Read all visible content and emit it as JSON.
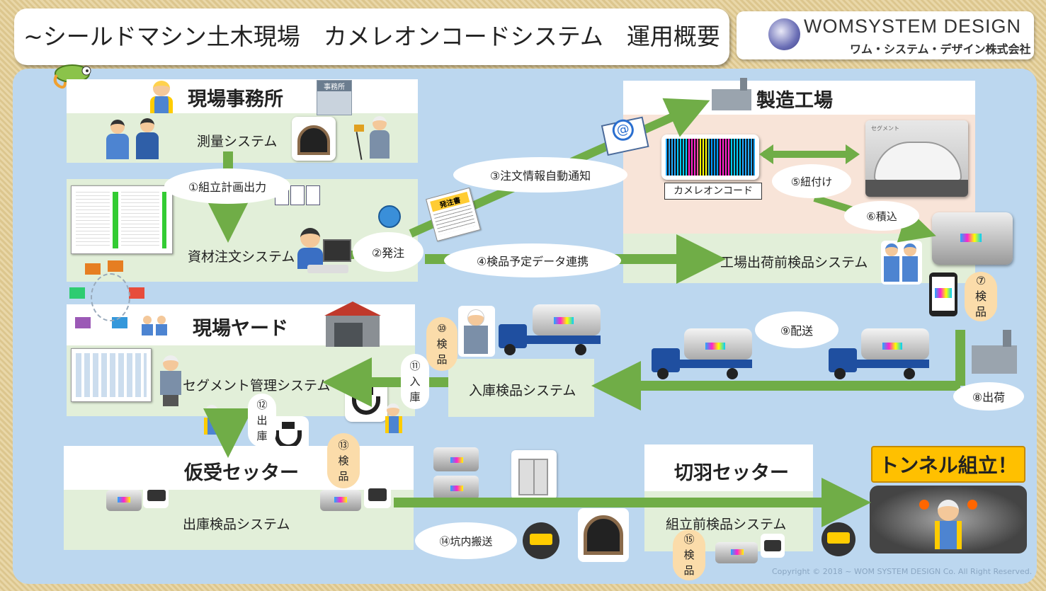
{
  "title": "~シールドマシン土木現場　カメレオンコードシステム　運用概要図~",
  "logo": {
    "en": "WOMSYSTEM DESIGN",
    "jp": "ワム・システム・デザイン株式会社"
  },
  "sections": {
    "site_office": "現場事務所",
    "factory": "製造工場",
    "site_yard": "現場ヤード",
    "temp_setter": "仮受セッター",
    "face_setter": "切羽セッター",
    "tunnel": "トンネル組立！"
  },
  "systems": {
    "survey": "測量システム",
    "material_order": "資材注文システム",
    "factory_pre_ship": "工場出荷前検品システム",
    "segment_mgmt": "セグメント管理システム",
    "inbound_check": "入庫検品システム",
    "outbound_check": "出庫検品システム",
    "pre_assembly_check": "組立前検品システム",
    "chameleon_code": "カメレオンコード",
    "office_sign": "事務所",
    "segment_sign": "セグメント"
  },
  "steps": {
    "s1": "①組立計画出力",
    "s2": "②発注",
    "s3": "③注文情報自動通知",
    "s4": "④検品予定データ連携",
    "s5": "⑤紐付け",
    "s6": "⑥積込",
    "s7": [
      "⑦",
      "検",
      "品"
    ],
    "s8": "⑧出荷",
    "s9": "⑨配送",
    "s10": [
      "⑩",
      "検",
      "品"
    ],
    "s11": [
      "⑪",
      "入",
      "庫"
    ],
    "s12": [
      "⑫",
      "出",
      "庫"
    ],
    "s13": [
      "⑬",
      "検",
      "品"
    ],
    "s14": "⑭坑内搬送",
    "s15": [
      "⑮",
      "検",
      "品"
    ],
    "order_doc": "発注書"
  },
  "copyright": "Copyright © 2018 ~ WOM SYSTEM DESIGN Co. All Right Reserved.",
  "colors": {
    "arrow": "#70ad47",
    "bg": "#bcd7ef",
    "panel_green": "#e2efd9",
    "panel_peach": "#f8e4d8",
    "badge": "#fbdcaa",
    "tunnel_label": "#ffc000"
  }
}
